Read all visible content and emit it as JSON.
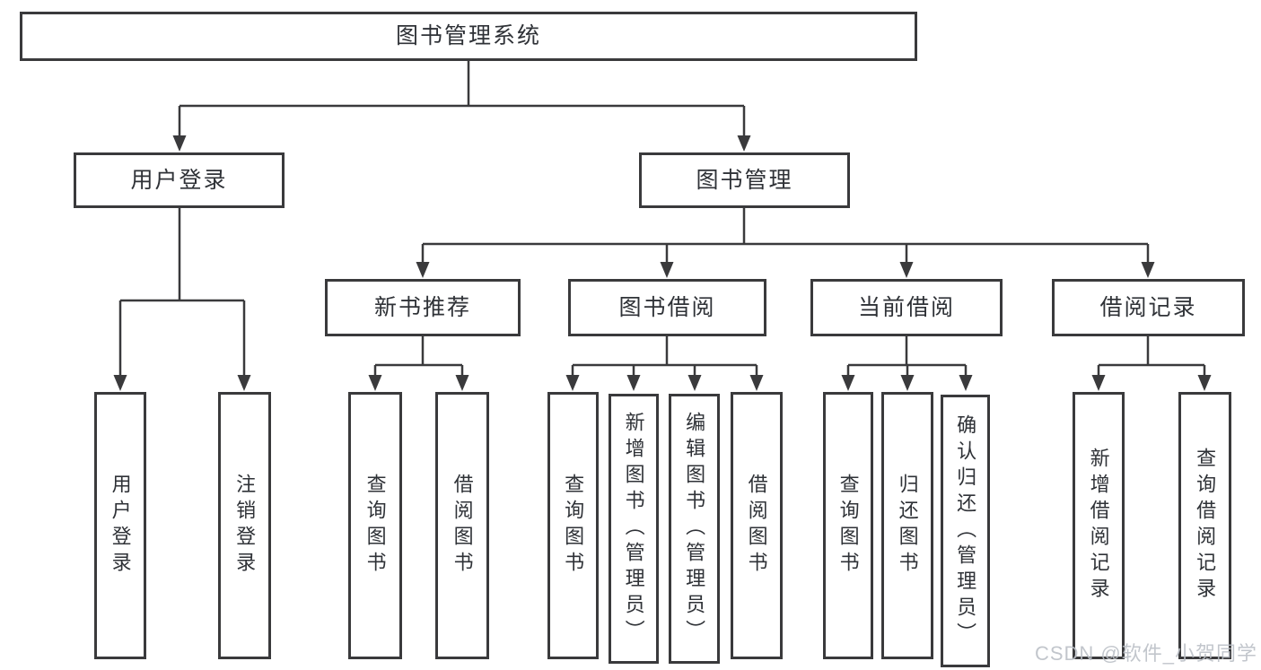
{
  "title": "图书管理系统",
  "tree": {
    "root": {
      "label": "图书管理系统"
    },
    "branches": [
      {
        "label": "用户登录",
        "children": [
          {
            "label": "用户登录"
          },
          {
            "label": "注销登录"
          }
        ]
      },
      {
        "label": "图书管理",
        "children": [
          {
            "label": "新书推荐",
            "children": [
              {
                "label": "查询图书"
              },
              {
                "label": "借阅图书"
              }
            ]
          },
          {
            "label": "图书借阅",
            "children": [
              {
                "label": "查询图书"
              },
              {
                "label": "新增图书（管理员）"
              },
              {
                "label": "编辑图书（管理员）"
              },
              {
                "label": "借阅图书"
              }
            ]
          },
          {
            "label": "当前借阅",
            "children": [
              {
                "label": "查询图书"
              },
              {
                "label": "归还图书"
              },
              {
                "label": "确认归还（管理员）"
              }
            ]
          },
          {
            "label": "借阅记录",
            "children": [
              {
                "label": "新增借阅记录"
              },
              {
                "label": "查询借阅记录"
              }
            ]
          }
        ]
      }
    ]
  },
  "watermark": "CSDN @软件_小贺同学",
  "colors": {
    "line": "#3a3a3c",
    "text": "#2f3237",
    "watermark": "#bac0c7",
    "background": "#ffffff"
  }
}
